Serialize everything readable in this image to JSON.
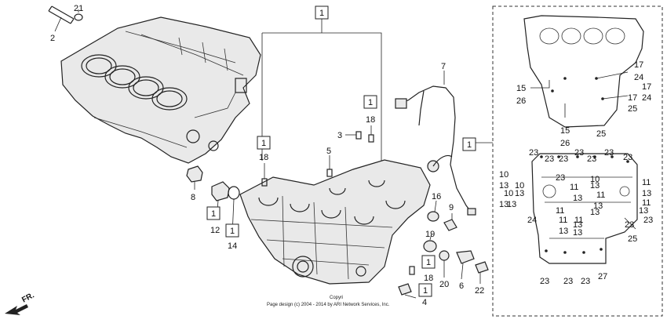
{
  "diagram": {
    "callouts": {
      "c1_top": "1",
      "c2": "2",
      "c21": "21",
      "c8": "8",
      "c12": "12",
      "c1_12": "1",
      "c14": "14",
      "c1_14": "1",
      "c1_18a": "1",
      "c18a": "18",
      "c3": "3",
      "c5": "5",
      "c1_18b": "1",
      "c18b": "18",
      "c7": "7",
      "c1_right": "1",
      "c16": "16",
      "c9": "9",
      "c19": "19",
      "c18c": "18",
      "c1_bottom": "1",
      "c20": "20",
      "c6": "6",
      "c22": "22",
      "c4": "4"
    },
    "inset": {
      "labels": [
        "15",
        "26",
        "15",
        "26",
        "17",
        "24",
        "17",
        "24",
        "17",
        "25",
        "25",
        "23",
        "23",
        "23",
        "23",
        "23",
        "23",
        "23",
        "23",
        "10",
        "13",
        "10",
        "13",
        "10",
        "13",
        "13",
        "11",
        "13",
        "10",
        "11",
        "13",
        "13",
        "11",
        "13",
        "11",
        "13",
        "11",
        "13",
        "13",
        "11",
        "11",
        "13",
        "13",
        "24",
        "23",
        "25",
        "23",
        "23",
        "23",
        "23",
        "27"
      ]
    },
    "copyright": "Page design (c) 2004 - 2014 by ARI Network Services, Inc.",
    "copyright_top": "Copyri",
    "direction": "FR."
  }
}
